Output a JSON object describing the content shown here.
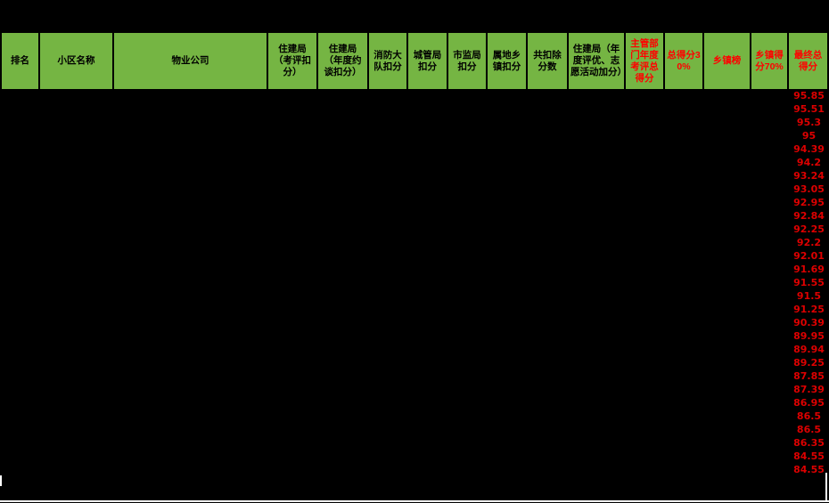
{
  "header": {
    "columns": [
      {
        "label": "排名",
        "accent": "black"
      },
      {
        "label": "小区名称",
        "accent": "black"
      },
      {
        "label": "物业公司",
        "accent": "black"
      },
      {
        "label": "住建局（考评扣分）",
        "accent": "black"
      },
      {
        "label": "住建局（年度约谈扣分）",
        "accent": "black"
      },
      {
        "label": "消防大队扣分",
        "accent": "black"
      },
      {
        "label": "城管局扣分",
        "accent": "black"
      },
      {
        "label": "市监局扣分",
        "accent": "black"
      },
      {
        "label": "属地乡镇扣分",
        "accent": "black"
      },
      {
        "label": "共扣除分数",
        "accent": "black"
      },
      {
        "label": "住建局（年度评优、志愿活动加分）",
        "accent": "black"
      },
      {
        "label": "主管部门年度考评总得分",
        "accent": "red"
      },
      {
        "label": "总得分30%",
        "accent": "red"
      },
      {
        "label": "乡镇榜",
        "accent": "red"
      },
      {
        "label": "乡镇得分70%",
        "accent": "red"
      },
      {
        "label": "最终总得分",
        "accent": "red"
      }
    ]
  },
  "scores": {
    "final_total": [
      "95.85",
      "95.51",
      "95.3",
      "95",
      "94.39",
      "94.2",
      "93.24",
      "93.05",
      "92.95",
      "92.84",
      "92.25",
      "92.2",
      "92.01",
      "91.69",
      "91.55",
      "91.5",
      "91.25",
      "90.39",
      "89.95",
      "89.94",
      "89.25",
      "87.85",
      "87.39",
      "86.95",
      "86.5",
      "86.5",
      "86.35",
      "84.55",
      "84.55"
    ]
  },
  "colors": {
    "header_green": "#75b543",
    "header_red_text": "#ff0000",
    "score_red_text": "#dd0000",
    "background": "#000000"
  }
}
